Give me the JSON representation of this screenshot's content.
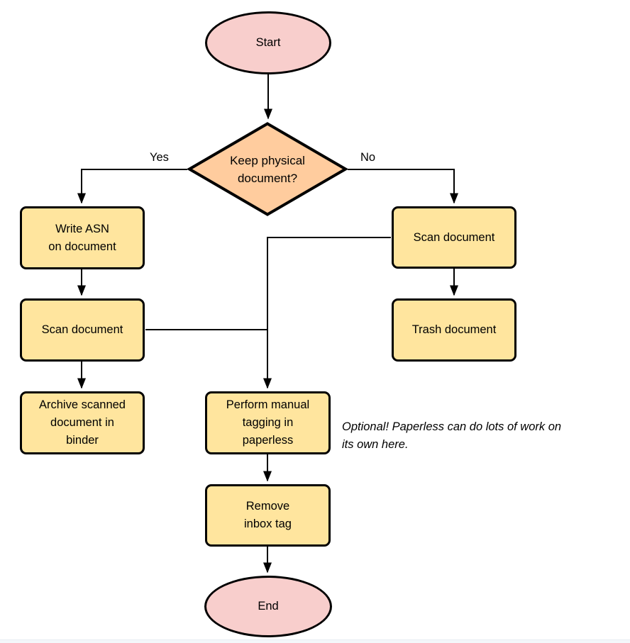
{
  "colors": {
    "terminal_fill": "#F8CECC",
    "decision_fill": "#FFCC9E",
    "process_fill": "#FFE59E",
    "stroke": "#000000",
    "background": "#FFFFFF"
  },
  "nodes": {
    "start": {
      "label": "Start",
      "type": "terminal"
    },
    "decision": {
      "label": "Keep physical\ndocument?",
      "type": "decision"
    },
    "write_asn": {
      "label": "Write ASN\non document",
      "type": "process"
    },
    "scan_left": {
      "label": "Scan document",
      "type": "process"
    },
    "archive": {
      "label": "Archive scanned\ndocument in\nbinder",
      "type": "process"
    },
    "scan_right": {
      "label": "Scan document",
      "type": "process"
    },
    "trash": {
      "label": "Trash document",
      "type": "process"
    },
    "tagging": {
      "label": "Perform manual\ntagging in\npaperless",
      "type": "process"
    },
    "remove_inbox": {
      "label": "Remove\ninbox tag",
      "type": "process"
    },
    "end": {
      "label": "End",
      "type": "terminal"
    }
  },
  "edge_labels": {
    "yes": "Yes",
    "no": "No"
  },
  "annotation": "Optional! Paperless can do lots of work on\nits own here."
}
